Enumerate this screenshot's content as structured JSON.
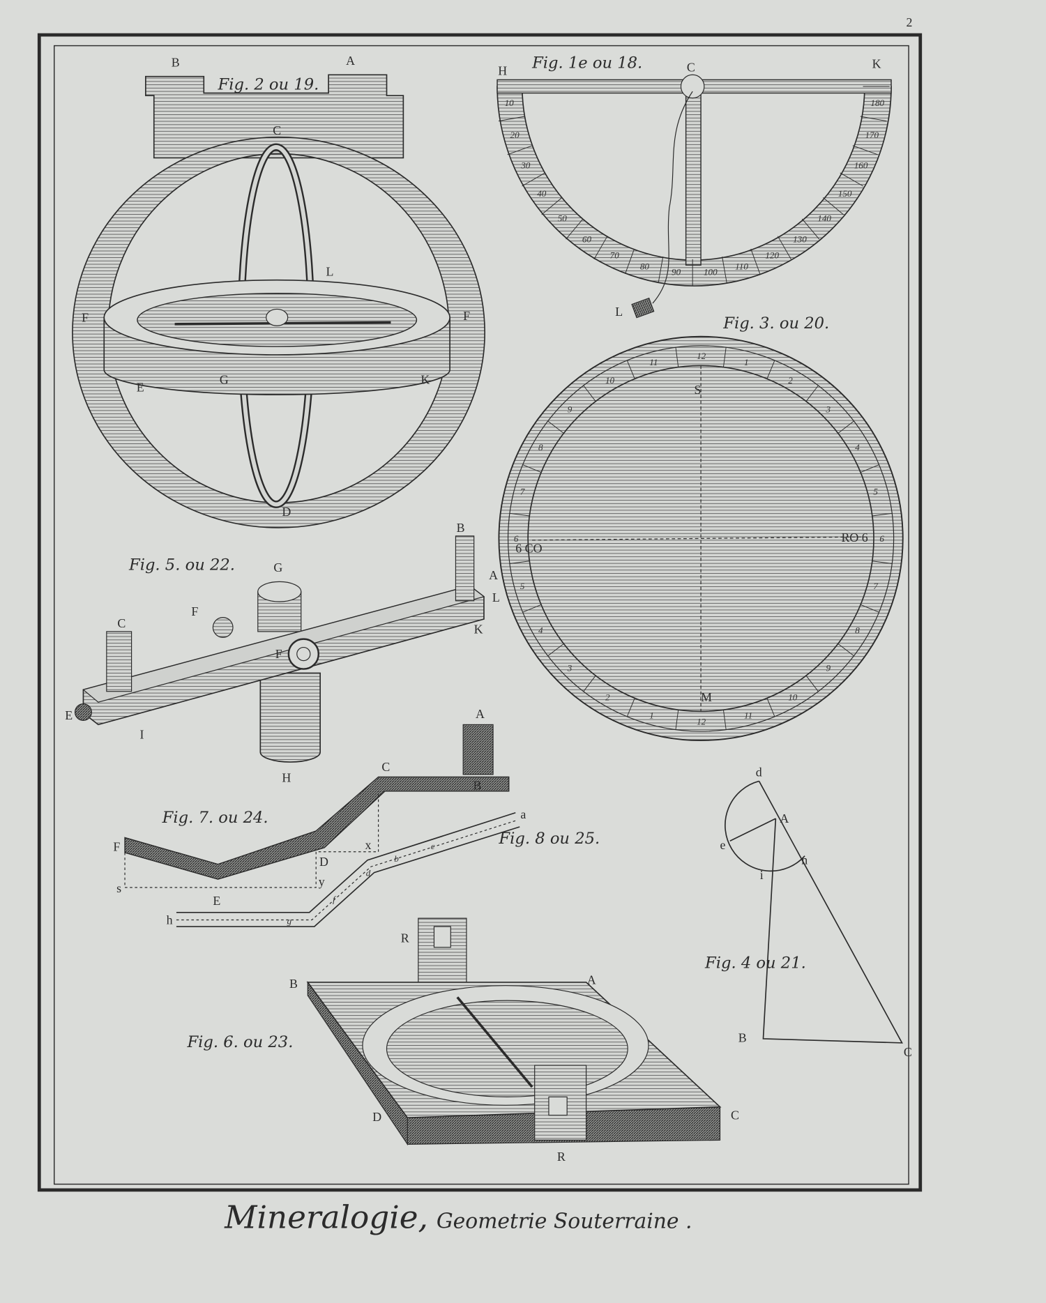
{
  "page_number": "2",
  "caption": {
    "main": "Mineralogie,",
    "sub": "Geometrie Souterraine ."
  },
  "figures": {
    "fig2": {
      "title": "Fig. 2 ou 19.",
      "labels": {
        "B": "B",
        "A": "A",
        "C": "C",
        "L": "L",
        "F_left": "F",
        "F_right": "F",
        "E": "E",
        "G": "G",
        "K": "K",
        "D": "D"
      }
    },
    "fig1": {
      "title": "Fig. 1e ou 18.",
      "labels": {
        "H": "H",
        "C": "C",
        "K": "K",
        "L": "L"
      },
      "scale": [
        "10",
        "20",
        "30",
        "40",
        "50",
        "60",
        "70",
        "80",
        "90",
        "100",
        "110",
        "120",
        "130",
        "140",
        "150",
        "160",
        "170",
        "180"
      ]
    },
    "fig3": {
      "title": "Fig. 3. ou 20.",
      "labels": {
        "S": "S",
        "M": "M",
        "CO": "6 CO",
        "RO": "RO 6"
      },
      "hours": [
        "12",
        "1",
        "2",
        "3",
        "4",
        "5",
        "6",
        "7",
        "8",
        "9",
        "10",
        "11",
        "12",
        "1",
        "2",
        "3",
        "4",
        "5",
        "6",
        "7",
        "8",
        "9",
        "10",
        "11"
      ]
    },
    "fig5": {
      "title": "Fig. 5. ou 22.",
      "labels": {
        "C": "C",
        "G": "G",
        "F": "F",
        "B": "B",
        "A": "A",
        "L": "L",
        "K": "K",
        "P": "F",
        "E": "E",
        "I": "I",
        "H": "H"
      }
    },
    "fig7": {
      "title": "Fig. 7. ou 24.",
      "labels": {
        "A": "A",
        "C": "C",
        "B": "B",
        "F": "F",
        "D": "D",
        "x": "x",
        "y": "y",
        "s": "s",
        "E": "E"
      }
    },
    "fig8": {
      "title": "Fig. 8 ou 25.",
      "labels": {
        "h": "h",
        "g": "g",
        "f": "f",
        "d": "d",
        "b": "b",
        "c": "c",
        "a": "a"
      }
    },
    "fig6": {
      "title": "Fig. 6. ou 23.",
      "labels": {
        "R_top": "R",
        "B": "B",
        "A": "A",
        "D": "D",
        "C": "C",
        "R_bottom": "R"
      }
    },
    "fig4": {
      "title": "Fig. 4 ou 21.",
      "labels": {
        "d": "d",
        "A": "A",
        "e": "e",
        "n": "n",
        "i": "i",
        "B": "B",
        "C": "C"
      }
    }
  },
  "colors": {
    "paper": "#dadcd9",
    "ink": "#2b2b2b"
  }
}
